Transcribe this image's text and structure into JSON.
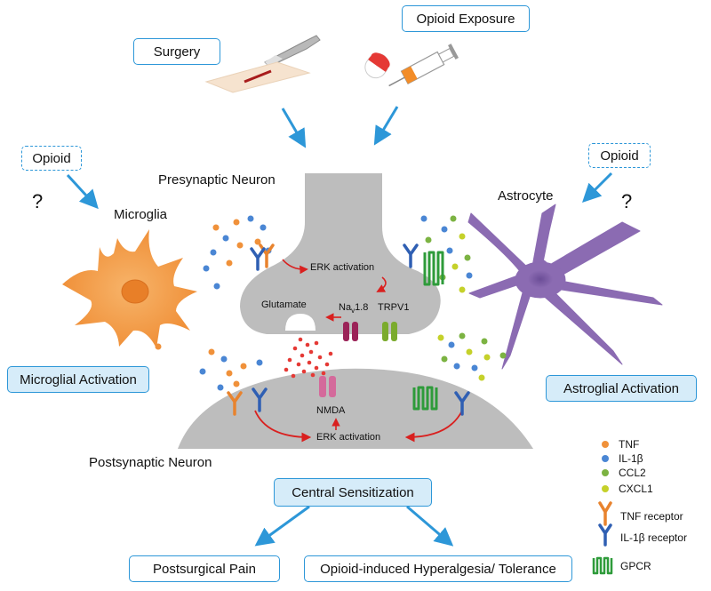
{
  "boxes": {
    "surgery": "Surgery",
    "opioid_exposure": "Opioid Exposure",
    "opioid_left": "Opioid",
    "opioid_right": "Opioid",
    "microglial_activation": "Microglial Activation",
    "astroglial_activation": "Astroglial Activation",
    "central_sensitization": "Central Sensitization",
    "postsurgical_pain": "Postsurgical Pain",
    "hyperalgesia": "Opioid-induced Hyperalgesia/ Tolerance"
  },
  "labels": {
    "presynaptic": "Presynaptic Neuron",
    "postsynaptic": "Postsynaptic Neuron",
    "microglia": "Microglia",
    "astrocyte": "Astrocyte",
    "question_left": "?",
    "question_right": "?",
    "erk_pre": "ERK activation",
    "erk_post": "ERK activation",
    "glutamate": "Glutamate",
    "nav_main": "Na",
    "nav_sub": "v",
    "nav_rest": "1.8",
    "trpv1": "TRPV1",
    "nmda": "NMDA"
  },
  "legend": [
    {
      "label": "TNF",
      "color": "#f0913a",
      "kind": "dot"
    },
    {
      "label": "IL-1β",
      "color": "#4a86d4",
      "kind": "dot"
    },
    {
      "label": "CCL2",
      "color": "#7cb342",
      "kind": "dot"
    },
    {
      "label": "CXCL1",
      "color": "#c5d12a",
      "kind": "dot"
    },
    {
      "label": "TNF receptor",
      "color": "#e8832e",
      "kind": "receptor"
    },
    {
      "label": "IL-1β receptor",
      "color": "#2f5fb3",
      "kind": "receptor"
    },
    {
      "label": "GPCR",
      "color": "#2e9b3a",
      "kind": "gpcr"
    }
  ],
  "colors": {
    "box_border": "#2d97d8",
    "box_fill": "#d6ecf9",
    "arrow_blue": "#2d97d8",
    "arrow_red": "#d9201f",
    "neuron_gray": "#bdbdbd",
    "microglia": "#f3a24b",
    "astrocyte": "#8b6bb2"
  }
}
